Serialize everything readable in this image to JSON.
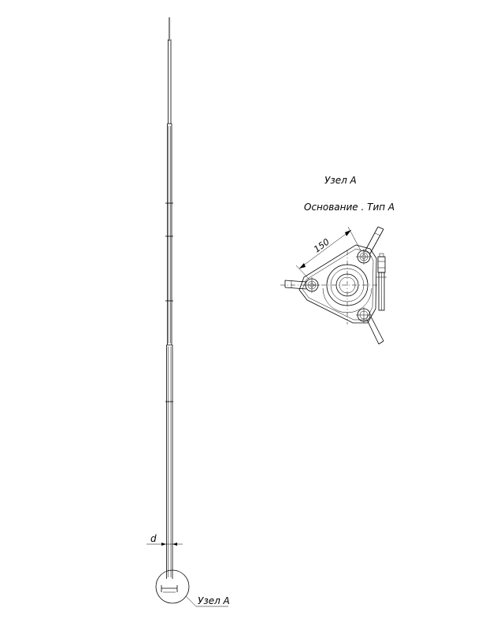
{
  "mast": {
    "dimension_label": "d",
    "callout_label": "Узел А"
  },
  "detail": {
    "title": "Узел А",
    "subtitle": "Основание . Тип А",
    "dimension_value": "150"
  },
  "colors": {
    "line": "#000000",
    "background": "#ffffff"
  }
}
